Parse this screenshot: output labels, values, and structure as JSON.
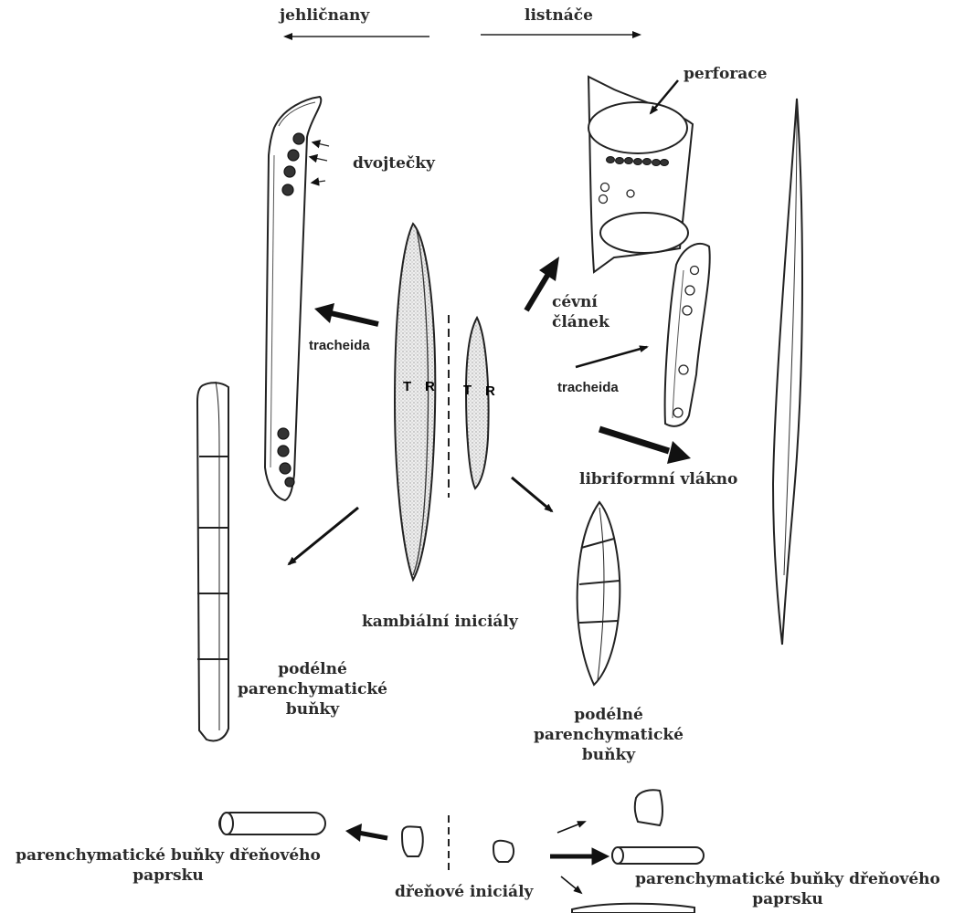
{
  "header": {
    "left_group": "jehličnany",
    "right_group": "listnáče"
  },
  "labels": {
    "perforation": "perforace",
    "bordered_pits": "dvojtečky",
    "vessel_element_line1": "cévní",
    "vessel_element_line2": "článek",
    "tracheid_conifer": "tracheida",
    "tracheid_broadleaf": "tracheida",
    "libriform_fiber": "libriformní vlákno",
    "cambial_initials": "kambiální iniciály",
    "axial_parenchyma_left_line1": "podélné",
    "axial_parenchyma_left_line2": "parenchymatické",
    "axial_parenchyma_left_line3": "buňky",
    "axial_parenchyma_right_line1": "podélné",
    "axial_parenchyma_right_line2": "parenchymatické",
    "axial_parenchyma_right_line3": "buňky",
    "ray_parenchyma_left_line1": "parenchymatické buňky dřeňového",
    "ray_parenchyma_left_line2": "paprsku",
    "ray_initials": "dřeňové iniciály",
    "ray_parenchyma_right_line1": "parenchymatické buňky dřeňového",
    "ray_parenchyma_right_line2": "paprsku"
  },
  "initial_letters": {
    "fusiform_t": "T",
    "fusiform_r": "R",
    "small_t": "T",
    "small_r": "R"
  }
}
